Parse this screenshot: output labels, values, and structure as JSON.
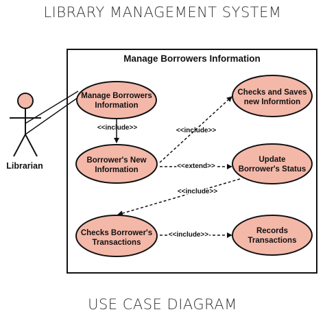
{
  "header": {
    "title": "LIBRARY MANAGEMENT SYSTEM"
  },
  "footer": {
    "caption": "USE CASE DIAGRAM"
  },
  "system": {
    "title": "Manage Borrowers Information"
  },
  "actor": {
    "label": "Librarian"
  },
  "colors": {
    "usecase_fill": "#f4b8a9",
    "stroke": "#111111"
  },
  "use_cases": {
    "manage": [
      "Manage Borrowers",
      "Information"
    ],
    "new_info": [
      "Borrower's New",
      "Information"
    ],
    "checks_saves": [
      "Checks and Saves",
      "new Informtion"
    ],
    "update": [
      "Update",
      "Borrower's Status"
    ],
    "checks_trans": [
      "Checks Borrower's",
      "Transactions"
    ],
    "records": [
      "Records",
      "Transactions"
    ]
  },
  "relations": {
    "include1": "<<include>>",
    "include2": "<<include>>",
    "extend": "<<extend>>",
    "include3": "<<include>>",
    "include4": "<<include>>"
  }
}
